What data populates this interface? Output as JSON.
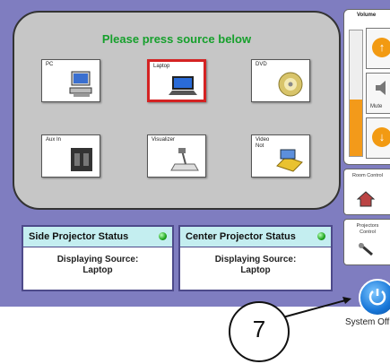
{
  "panel": {
    "title": "Please press source below"
  },
  "sources": [
    {
      "label": "PC",
      "icon": "computer-icon",
      "selected": false
    },
    {
      "label": "Laptop",
      "icon": "laptop-icon",
      "selected": true
    },
    {
      "label": "DVD",
      "icon": "dvd-icon",
      "selected": false
    },
    {
      "label": "Aux In",
      "icon": "aux-input-icon",
      "selected": false
    },
    {
      "label": "Visualizer",
      "icon": "document-camera-icon",
      "selected": false
    },
    {
      "label": "Video Not",
      "icon": "video-icon",
      "selected": false
    }
  ],
  "status": {
    "side": {
      "title": "Side Projector Status",
      "line1": "Displaying Source:",
      "line2": "Laptop"
    },
    "center": {
      "title": "Center Projector Status",
      "line1": "Displaying Source:",
      "line2": "Laptop"
    }
  },
  "volume": {
    "title": "Volume",
    "level": 0.45,
    "mute_label": "Mute",
    "up_icon": "volume-up-icon",
    "down_icon": "volume-down-icon"
  },
  "side_buttons": {
    "room": {
      "label": "Room Control"
    },
    "projectors": {
      "label": "Projectors Control"
    }
  },
  "power": {
    "label": "System Off"
  },
  "callout": {
    "number": "7"
  },
  "colors": {
    "background": "#7f7dc0",
    "title_green": "#16a02c",
    "selected_border": "#d42323",
    "status_header": "#c4eef0",
    "volume_orange": "#f39a1a",
    "power_blue": "#1776d8"
  }
}
